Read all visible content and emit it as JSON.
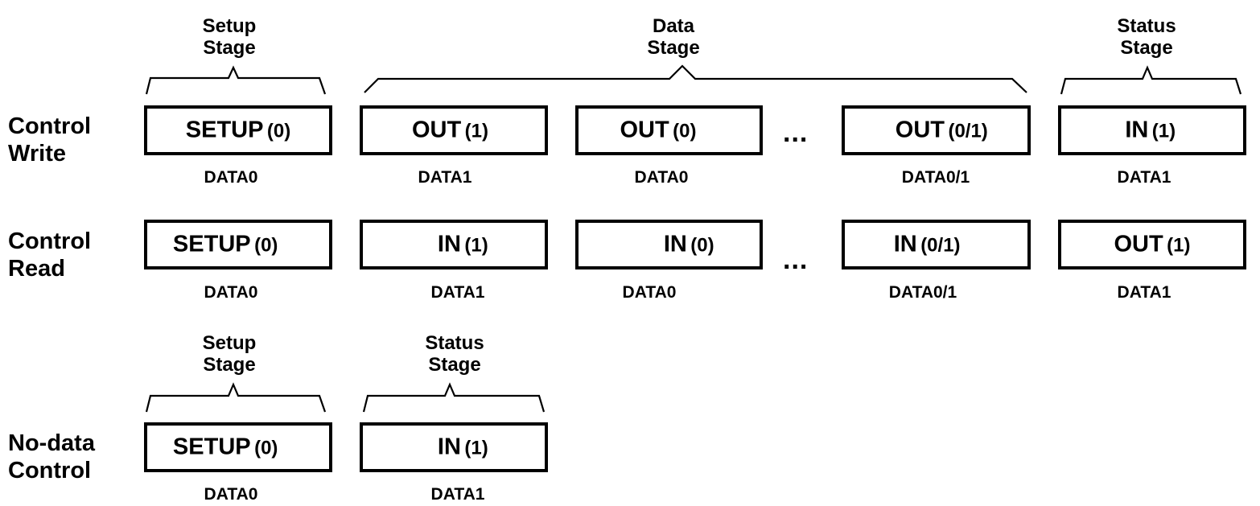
{
  "rows": {
    "control_write": {
      "label_line1": "Control",
      "label_line2": "Write"
    },
    "control_read": {
      "label_line1": "Control",
      "label_line2": "Read"
    },
    "no_data_control": {
      "label_line1": "No-data",
      "label_line2": "Control"
    }
  },
  "stages": {
    "setup": {
      "line1": "Setup",
      "line2": "Stage"
    },
    "data": {
      "line1": "Data",
      "line2": "Stage"
    },
    "status": {
      "line1": "Status",
      "line2": "Stage"
    }
  },
  "control_write": {
    "transactions": [
      {
        "pid": "SETUP",
        "toggle": "(0)",
        "data_pid": "DATA0"
      },
      {
        "pid": "OUT",
        "toggle": "(1)",
        "data_pid": "DATA1"
      },
      {
        "pid": "OUT",
        "toggle": "(0)",
        "data_pid": "DATA0"
      },
      {
        "pid": "OUT",
        "toggle": "(0/1)",
        "data_pid": "DATA0/1"
      },
      {
        "pid": "IN",
        "toggle": "(1)",
        "data_pid": "DATA1"
      }
    ],
    "ellipsis": "..."
  },
  "control_read": {
    "transactions": [
      {
        "pid": "SETUP",
        "toggle": "(0)",
        "data_pid": "DATA0"
      },
      {
        "pid": "IN",
        "toggle": "(1)",
        "data_pid": "DATA1"
      },
      {
        "pid": "IN",
        "toggle": "(0)",
        "data_pid": "DATA0"
      },
      {
        "pid": "IN",
        "toggle": "(0/1)",
        "data_pid": "DATA0/1"
      },
      {
        "pid": "OUT",
        "toggle": "(1)",
        "data_pid": "DATA1"
      }
    ],
    "ellipsis": "..."
  },
  "no_data_control": {
    "transactions": [
      {
        "pid": "SETUP",
        "toggle": "(0)",
        "data_pid": "DATA0"
      },
      {
        "pid": "IN",
        "toggle": "(1)",
        "data_pid": "DATA1"
      }
    ]
  }
}
